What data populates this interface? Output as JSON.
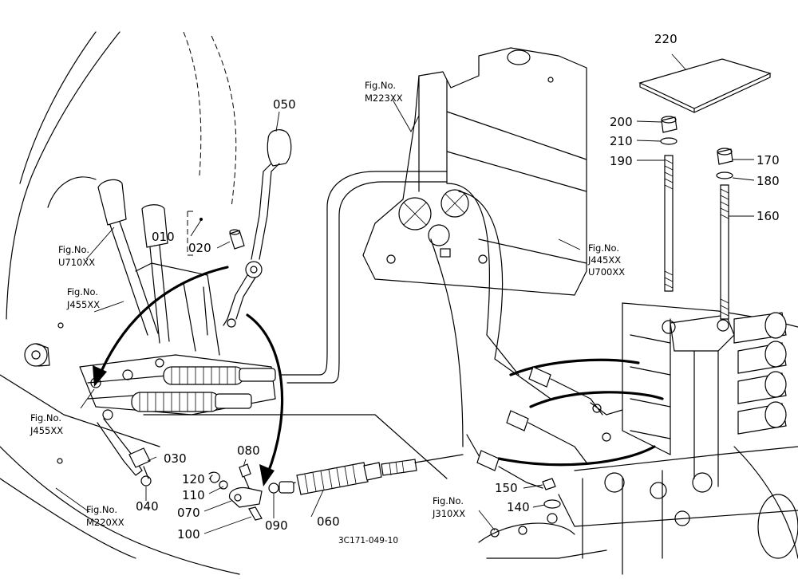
{
  "callouts": {
    "c010": "010",
    "c020": "020",
    "c030": "030",
    "c040": "040",
    "c050": "050",
    "c060": "060",
    "c070": "070",
    "c080": "080",
    "c090": "090",
    "c100": "100",
    "c110": "110",
    "c120": "120",
    "c140": "140",
    "c150": "150",
    "c160": "160",
    "c170": "170",
    "c180": "180",
    "c190": "190",
    "c200": "200",
    "c210": "210",
    "c220": "220"
  },
  "fig_refs": {
    "prefix": "Fig.No.",
    "u710": "U710XX",
    "j455_top": "J455XX",
    "j455_bottom": "J455XX",
    "m220": "M220XX",
    "m223": "M223XX",
    "j445": "J445XX",
    "u700": "U700XX",
    "j310": "J310XX"
  },
  "drawing_code": "3C171-049-10"
}
